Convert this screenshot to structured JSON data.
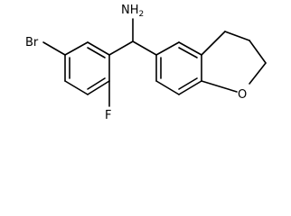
{
  "atoms": {
    "amine": {
      "main": "NH",
      "subscript": "2"
    },
    "bromine": "Br",
    "fluorine": "F",
    "oxygen": "O"
  },
  "colors": {
    "bond": "#000000",
    "label": "#000000",
    "background": "#ffffff"
  }
}
